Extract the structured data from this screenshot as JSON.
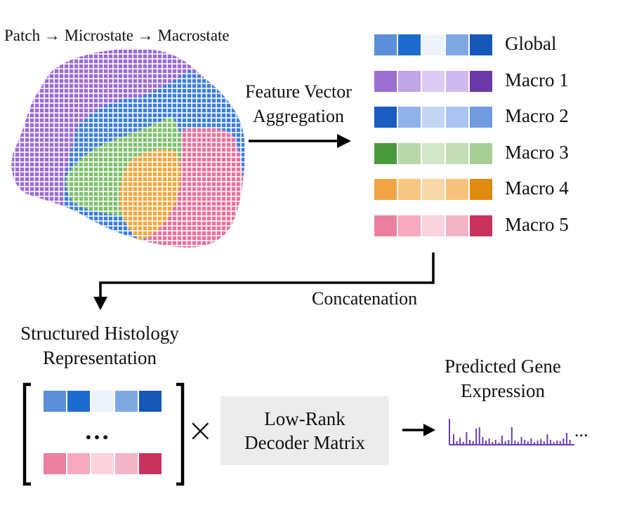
{
  "flow_title": "Patch → Microstate → Macrostate",
  "aggregation_label": [
    "Feature Vector",
    "Aggregation"
  ],
  "concatenation_label": "Concatenation",
  "representation_label": [
    "Structured Histology",
    "Representation"
  ],
  "decoder_label": [
    "Low-Rank",
    "Decoder Matrix"
  ],
  "prediction_label": [
    "Predicted Gene",
    "Expression"
  ],
  "ellipsis": "…",
  "trailing_dots": "...",
  "multiply_symbol": "×",
  "feature_rows": [
    {
      "name": "Global",
      "colors": [
        "#5b8fd8",
        "#1e6bd0",
        "#eef2fb",
        "#7fa8e3",
        "#1757b8"
      ]
    },
    {
      "name": "Macro 1",
      "colors": [
        "#9a6fd0",
        "#c0a5e5",
        "#dccaf4",
        "#cfbaef",
        "#6a3aa8"
      ]
    },
    {
      "name": "Macro 2",
      "colors": [
        "#1a5cc0",
        "#8fb2ea",
        "#c3d5f3",
        "#a9c4ee",
        "#6f9be0"
      ]
    },
    {
      "name": "Macro 3",
      "colors": [
        "#4a9a3c",
        "#b9d8aa",
        "#d3e7c8",
        "#c2dcb4",
        "#a7cf95"
      ]
    },
    {
      "name": "Macro 4",
      "colors": [
        "#f0a443",
        "#f7c680",
        "#fad7a6",
        "#f6c27c",
        "#e08a10"
      ]
    },
    {
      "name": "Macro 5",
      "colors": [
        "#ec7fa0",
        "#f6a9bf",
        "#fad3de",
        "#f4b4c7",
        "#c8325f"
      ]
    }
  ],
  "matrix_rows": [
    {
      "colors": [
        "#5b8fd8",
        "#1e6bd0",
        "#eef2fb",
        "#7fa8e3",
        "#1757b8"
      ]
    },
    {
      "colors": [
        "#ec7fa0",
        "#f6a9bf",
        "#fad3de",
        "#f4b4c7",
        "#c8325f"
      ]
    }
  ],
  "tissue_colors": {
    "purple": "#9b6ad2",
    "blue": "#3a7ee0",
    "green": "#7dc06a",
    "orange": "#f4a63a",
    "pink": "#ec6f9b"
  },
  "gene_bar_color": "#6a3fb3",
  "arrow_color": "#000000"
}
